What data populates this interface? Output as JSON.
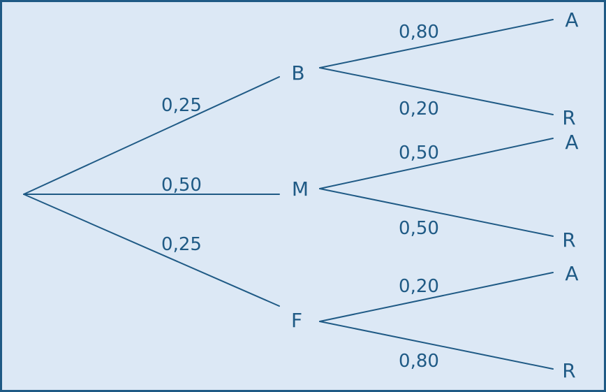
{
  "tree": {
    "nodes": {
      "b": "B",
      "m": "M",
      "f": "F",
      "b_a": "A",
      "b_r": "R",
      "m_a": "A",
      "m_r": "R",
      "f_a": "A",
      "f_r": "R"
    },
    "probabilities": {
      "root_b": "0,25",
      "root_m": "0,50",
      "root_f": "0,25",
      "b_a": "0,80",
      "b_r": "0,20",
      "m_a": "0,50",
      "m_r": "0,50",
      "f_a": "0,20",
      "f_r": "0,80"
    },
    "colors": {
      "background": "#dce8f5",
      "line": "#1f5a85",
      "text": "#1f5a85"
    }
  }
}
